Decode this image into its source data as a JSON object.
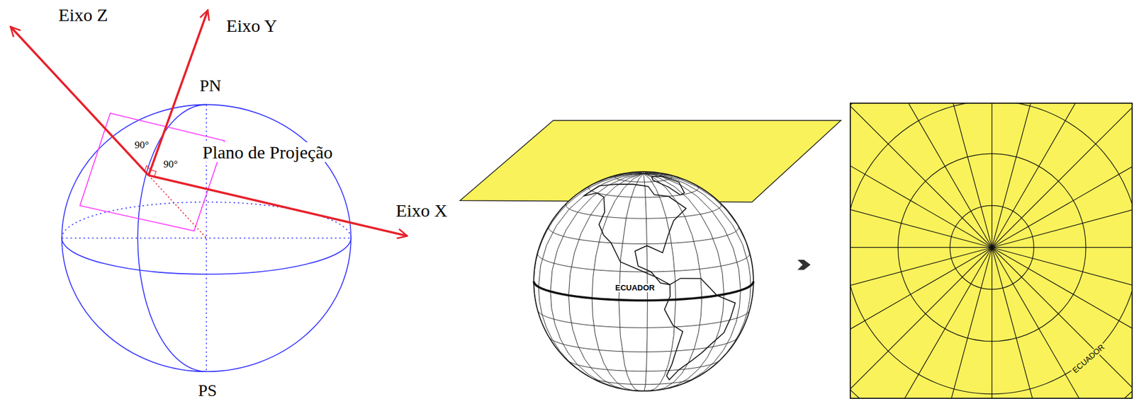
{
  "diagram": {
    "labels": [
      "Eixo Z",
      "Eixo Y",
      "PN",
      "90°",
      "Plano de Projeção",
      "90°",
      "Eixo X",
      "ECUADOR",
      "ECUADOR",
      "PS"
    ]
  }
}
